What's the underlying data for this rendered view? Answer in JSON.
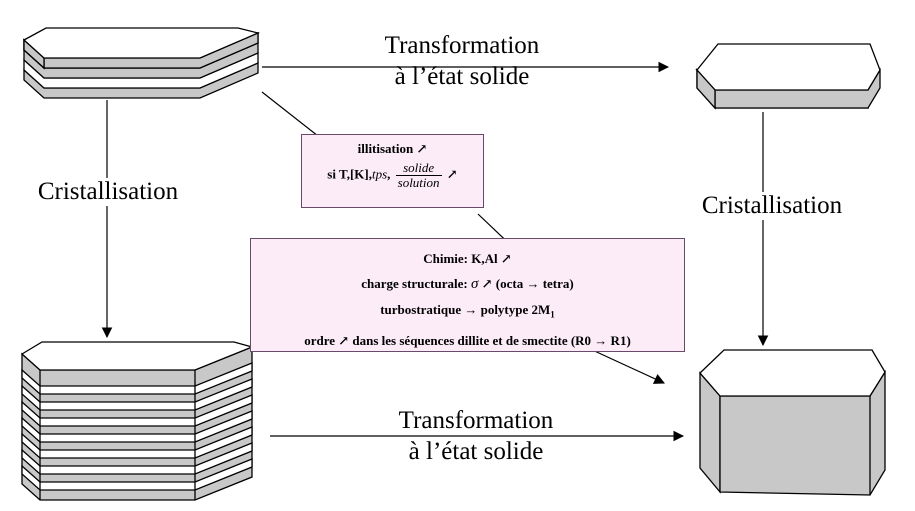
{
  "diagram": {
    "top_transformation": {
      "line1": "Transformation",
      "line2": "à l’état solide"
    },
    "bottom_transformation": {
      "line1": "Transformation",
      "line2": "à l’état solide"
    },
    "left_crystallisation": "Cristallisation",
    "right_crystallisation": "Cristallisation",
    "small_box": {
      "line1": "illitisation ↗",
      "line2_prefix": "si T,[K],",
      "line2_tps": "tps",
      "line2_comma": ",",
      "fraction_numerator": "solide",
      "fraction_denominator": "solution",
      "line2_suffix": "↗"
    },
    "large_box": {
      "line1": "Chimie: K,Al ↗",
      "line2_prefix": "charge structurale:",
      "line2_sigma": "σ",
      "line2_suffix": "↗ (octa → tetra)",
      "line3_prefix": "turbostratique → polytype 2M",
      "line3_sub": "1",
      "line4": "ordre ↗  dans les séquences dillite et de smectite (R0 → R1)"
    }
  },
  "colors": {
    "box_fill": "#fcecf8",
    "box_border": "#6a4a6a",
    "prism_side": "#c8c8c8",
    "prism_top": "#ffffff"
  }
}
